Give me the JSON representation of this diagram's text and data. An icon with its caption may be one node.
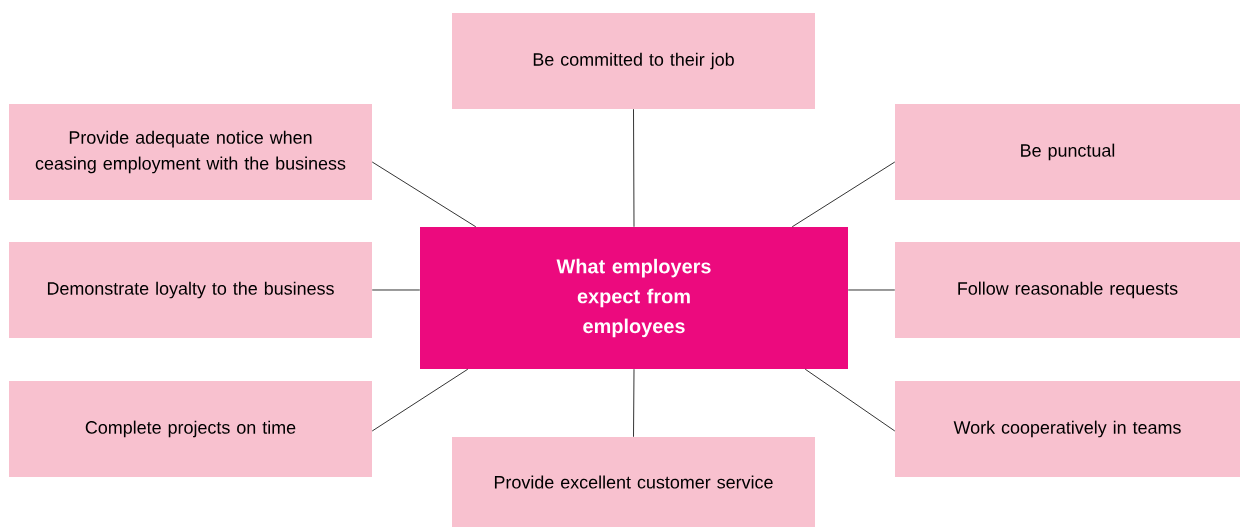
{
  "diagram": {
    "nodes": [
      {
        "text": [
          "What employers expect from employees"
        ]
      },
      {
        "text": [
          "Be committed to their job"
        ]
      },
      {
        "text": [
          "Provide adequate notice when ceasing employment with the business"
        ]
      },
      {
        "text": [
          "Be punctual"
        ]
      },
      {
        "text": [
          "Demonstrate loyalty to the business"
        ]
      },
      {
        "text": [
          "Follow reasonable requests"
        ]
      },
      {
        "text": [
          "Complete projects on time"
        ]
      },
      {
        "text": [
          "Work cooperatively in teams"
        ]
      },
      {
        "text": [
          "Provide excellent customer service"
        ]
      }
    ],
    "edges": [
      {
        "from": 0,
        "to": 1,
        "arrow": "none"
      },
      {
        "from": 0,
        "to": 2,
        "arrow": "none"
      },
      {
        "from": 0,
        "to": 3,
        "arrow": "none"
      },
      {
        "from": 0,
        "to": 4,
        "arrow": "none"
      },
      {
        "from": 0,
        "to": 5,
        "arrow": "none"
      },
      {
        "from": 0,
        "to": 6,
        "arrow": "none"
      },
      {
        "from": 0,
        "to": 7,
        "arrow": "none"
      },
      {
        "from": 0,
        "to": 8,
        "arrow": "none"
      }
    ]
  }
}
